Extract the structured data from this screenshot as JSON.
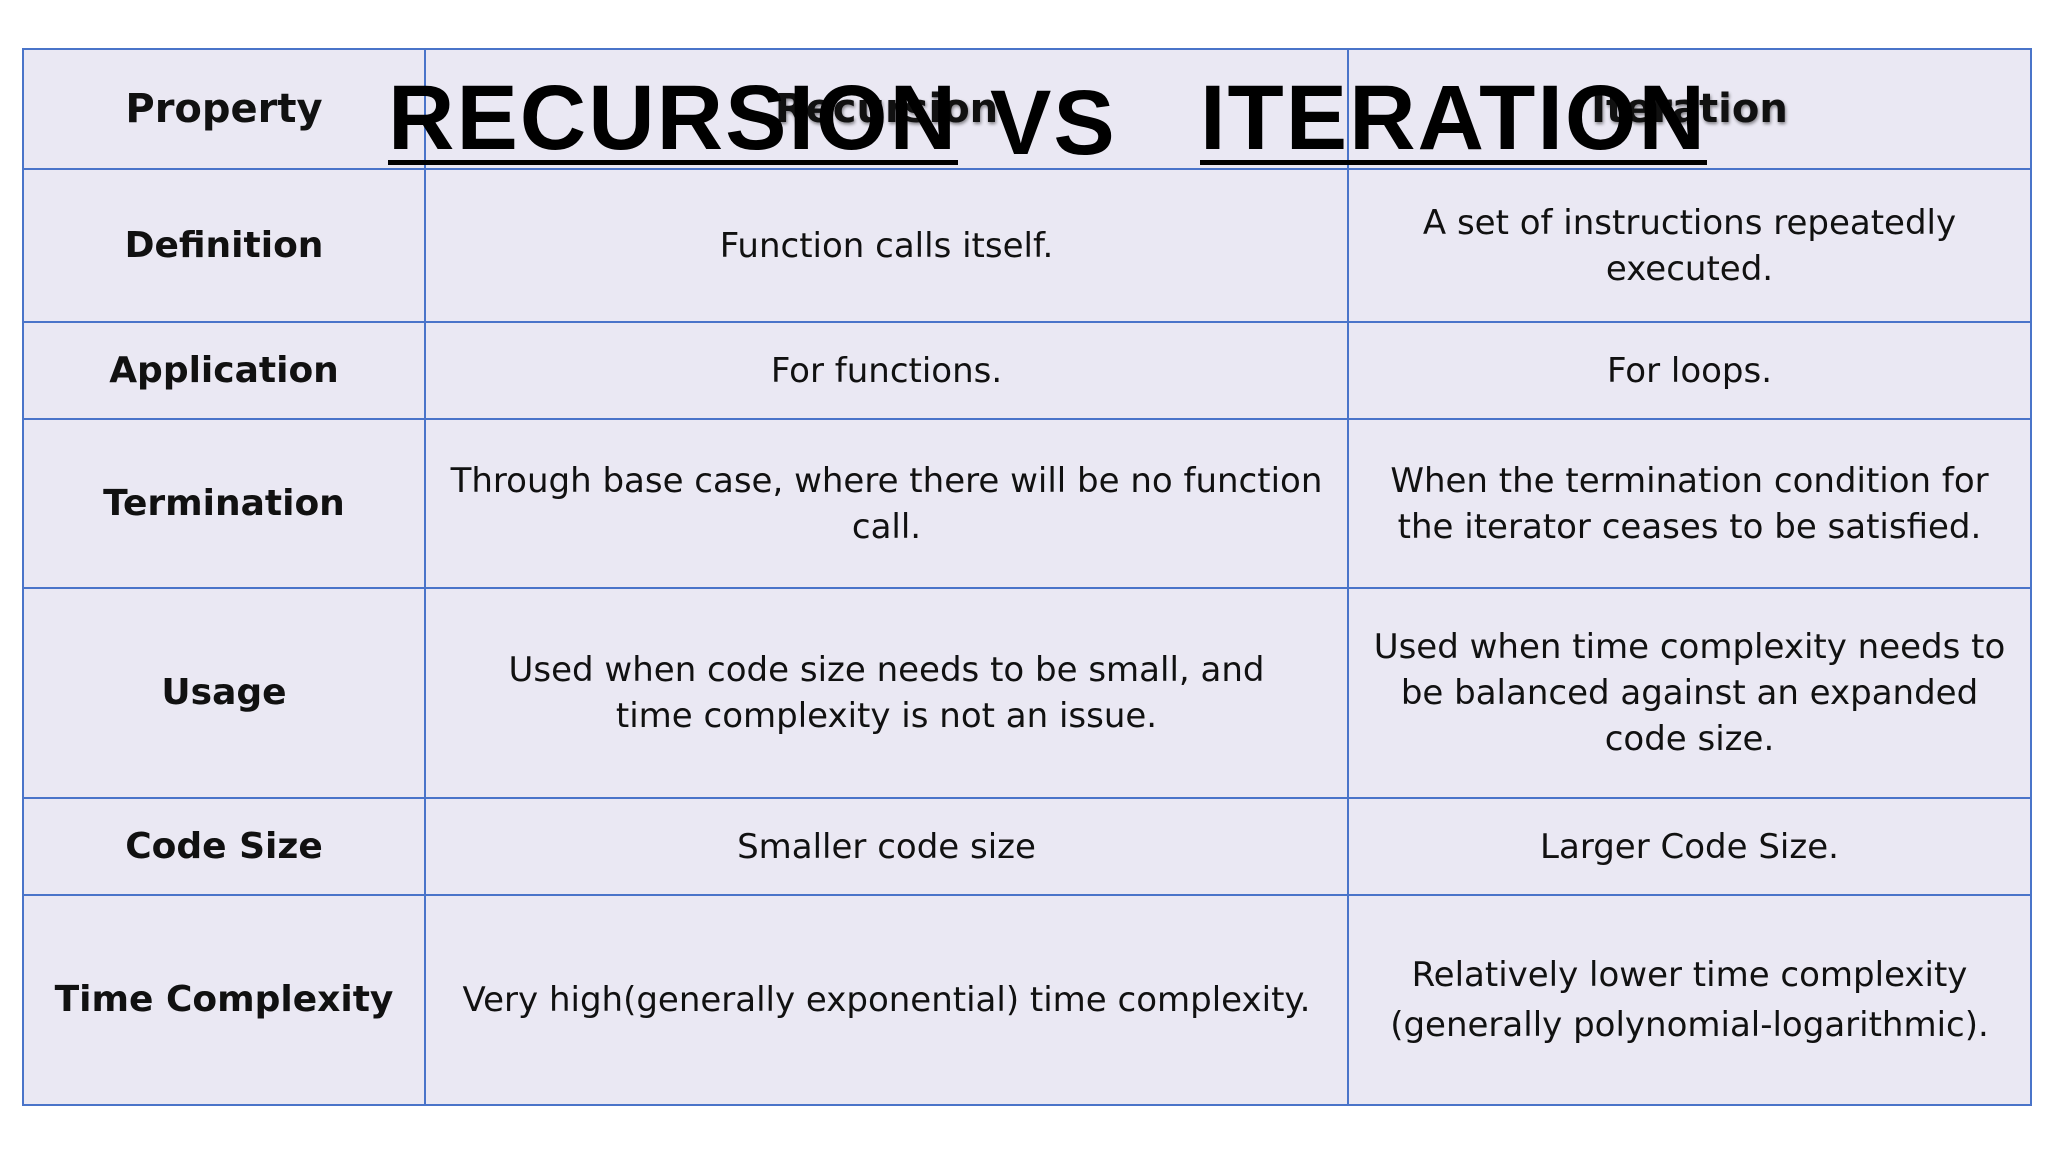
{
  "title": {
    "word1": "RECURSION",
    "word2": "VS",
    "word3": "ITERATION"
  },
  "table": {
    "headers": [
      "Property",
      "Recursion",
      "Iteration"
    ],
    "rows": [
      {
        "property": "Definition",
        "recursion": "Function calls itself.",
        "iteration": "A set of instructions repeatedly executed."
      },
      {
        "property": "Application",
        "recursion": "For functions.",
        "iteration": "For loops."
      },
      {
        "property": "Termination",
        "recursion": "Through base case, where there will be no function call.",
        "iteration": "When the termination condition for the iterator ceases to be satisfied."
      },
      {
        "property": "Usage",
        "recursion": "Used when code size needs to be small, and time complexity is not an issue.",
        "iteration": "Used when time complexity needs to be balanced against an expanded code size."
      },
      {
        "property": "Code Size",
        "recursion": "Smaller code size",
        "iteration": "Larger Code Size."
      },
      {
        "property": "Time Complexity",
        "recursion": "Very high(generally exponential) time complexity.",
        "iteration": "Relatively lower time complexity (generally polynomial-logarithmic)."
      }
    ]
  },
  "colors": {
    "cell_background": "#eae8f3",
    "border": "#4a74c9",
    "text": "#111111"
  }
}
